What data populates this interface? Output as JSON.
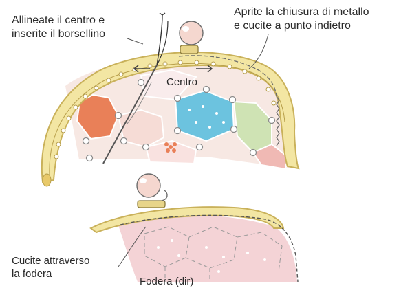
{
  "labels": {
    "align_line1": "Allineate il centro e",
    "align_line2": "inserite il borsellino",
    "open_line1": "Aprite la chiusura di metallo",
    "open_line2": "e cucite a punto indietro",
    "center": "Centro",
    "sew_line1": "Cucite attraverso",
    "sew_line2": "la fodera",
    "lining": "Fodera (dir)"
  },
  "colors": {
    "frame_fill": "#f3e6a3",
    "frame_stroke": "#c9b15a",
    "lining_pink": "#f4d3d6",
    "hex_blue": "#6cc3df",
    "hex_orange": "#e98058",
    "hex_green": "#cfe3b4",
    "hex_pinklight": "#f6dcd6"
  }
}
